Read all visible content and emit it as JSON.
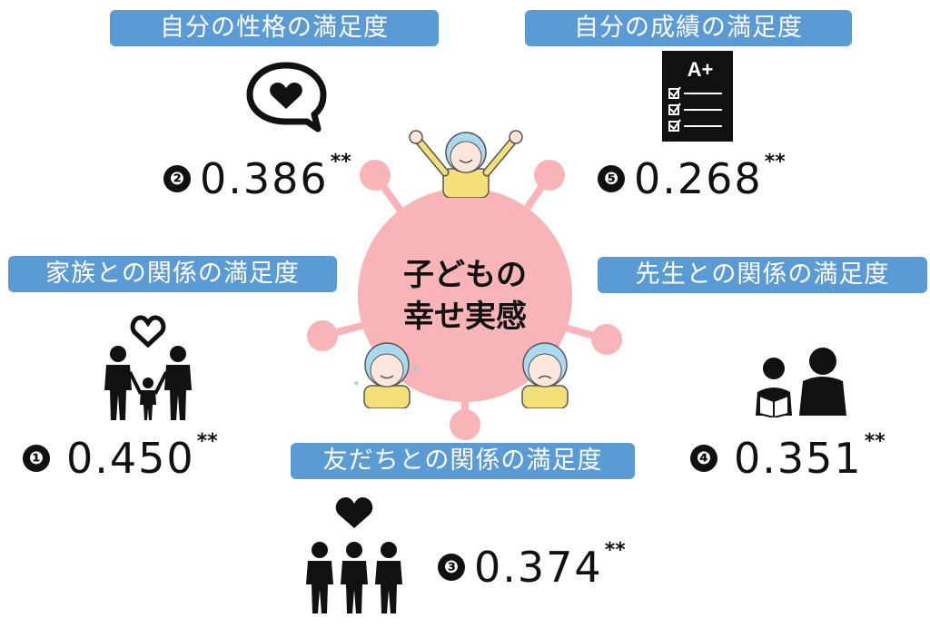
{
  "colors": {
    "label_bg": "#5b9bd5",
    "center": "#f9b4b8",
    "icon": "#111111"
  },
  "center": {
    "line1": "子どもの",
    "line2": "幸せ実感"
  },
  "items": [
    {
      "badge": "❷",
      "label": "自分の性格の満足度",
      "value": "0.386",
      "sig": "**",
      "icon": "speech-heart-icon"
    },
    {
      "badge": "❺",
      "label": "自分の成績の満足度",
      "value": "0.268",
      "sig": "**",
      "icon": "grade-sheet-icon",
      "icon_text": "A+"
    },
    {
      "badge": "❶",
      "label": "家族との関係の満足度",
      "value": "0.450",
      "sig": "**",
      "icon": "family-icon"
    },
    {
      "badge": "❹",
      "label": "先生との関係の満足度",
      "value": "0.351",
      "sig": "**",
      "icon": "teacher-student-icon"
    },
    {
      "badge": "❸",
      "label": "友だちとの関係の満足度",
      "value": "0.374",
      "sig": "**",
      "icon": "friends-icon"
    }
  ]
}
